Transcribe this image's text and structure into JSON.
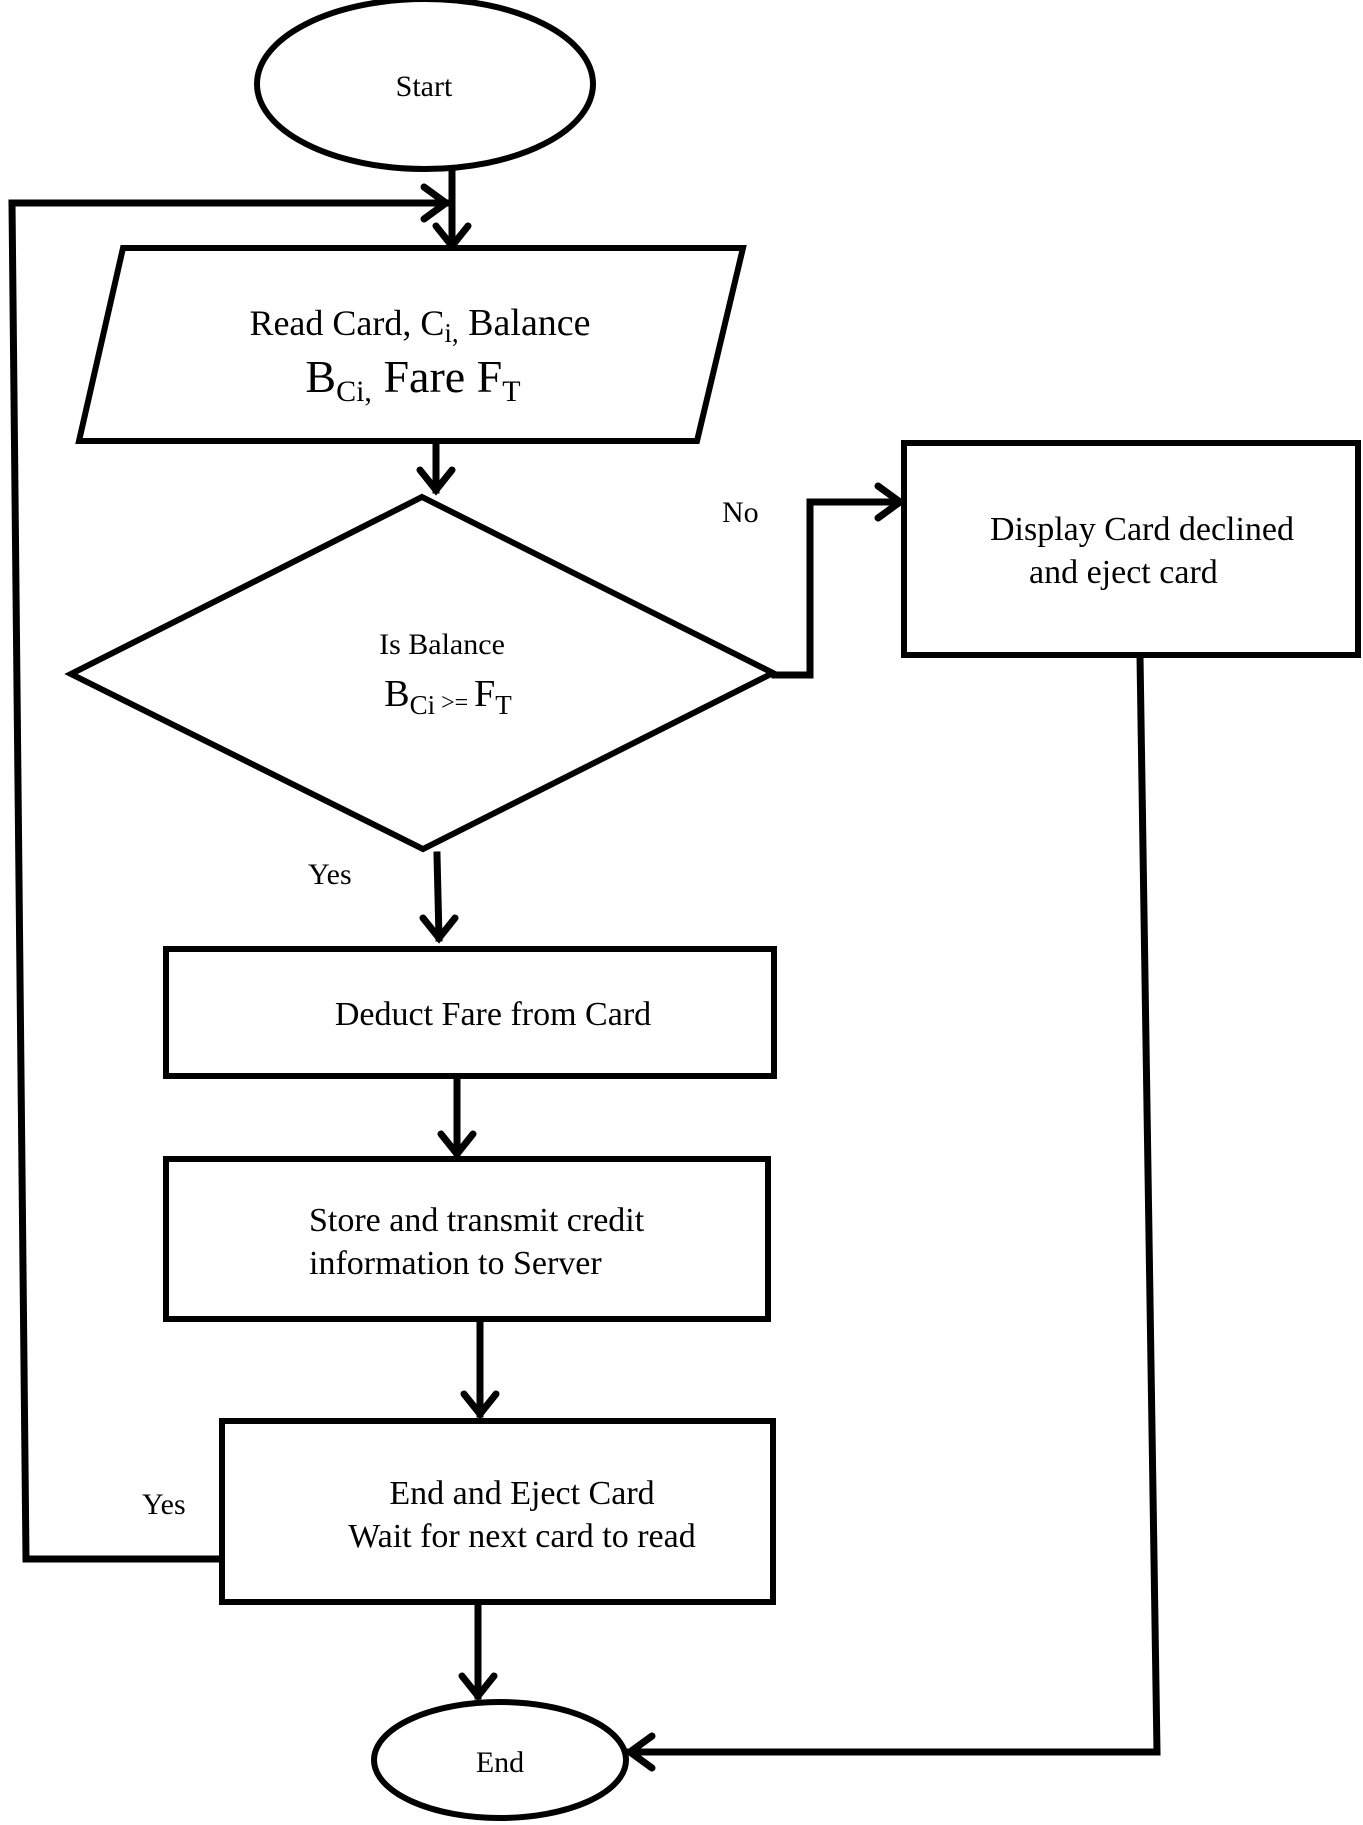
{
  "nodes": {
    "start": "Start",
    "read_card": {
      "line1_a": "Read Card, C",
      "line1_sub": "i,",
      "line1_b": " Balance",
      "line2_a": "B",
      "line2_sub": "Ci,",
      "line2_b": " Fare F",
      "line2_sub2": "T"
    },
    "balance_check": {
      "line1": "Is Balance",
      "line2_a": "B",
      "line2_sub": "Ci",
      "line2_op": " >= ",
      "line2_b": "F",
      "line2_sub2": "T"
    },
    "declined": {
      "line1": "Display Card declined",
      "line2": "and eject card"
    },
    "deduct": "Deduct Fare from Card",
    "store": {
      "line1": "Store and transmit credit",
      "line2": "information to Server"
    },
    "end_eject": {
      "line1": "End and Eject Card",
      "line2": "Wait for next card to read"
    },
    "end": "End"
  },
  "edge_labels": {
    "no": "No",
    "yes_decision": "Yes",
    "yes_loop": "Yes"
  },
  "colors": {
    "stroke": "#000000",
    "fill": "#ffffff"
  }
}
